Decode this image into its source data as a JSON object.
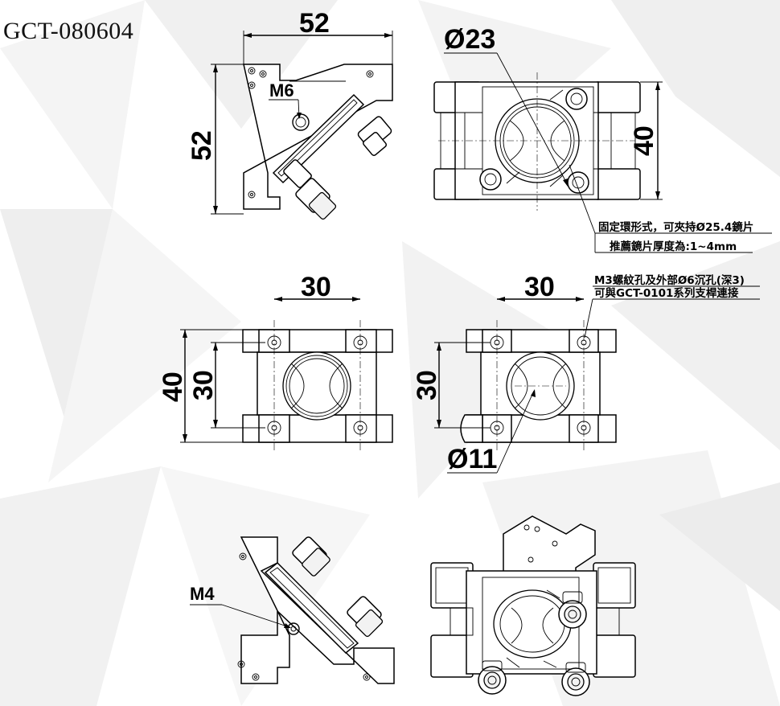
{
  "model_code": "GCT-080604",
  "dimensions": {
    "top_width": "52",
    "top_height": "52",
    "thread_m6": "M6",
    "bore_dia": "Ø23",
    "front_height": "40",
    "left_pitch": "30",
    "left_outer_height": "40",
    "left_inner_height": "30",
    "right_pitch": "30",
    "right_inner_height": "30",
    "aperture_dia": "Ø11",
    "thread_m4": "M4"
  },
  "notes": {
    "retaining_ring_line1": "固定環形式，可夾持Ø25.4鏡片",
    "retaining_ring_line2": "推薦鏡片厚度為:1~4mm",
    "mount_holes_line1": "M3螺紋孔及外部Ø6沉孔(深3)",
    "mount_holes_line2": "可與GCT-0101系列支桿連接"
  },
  "colors": {
    "ink": "#000000",
    "background": "#ffffff",
    "watermark": "#e9e9e9"
  }
}
